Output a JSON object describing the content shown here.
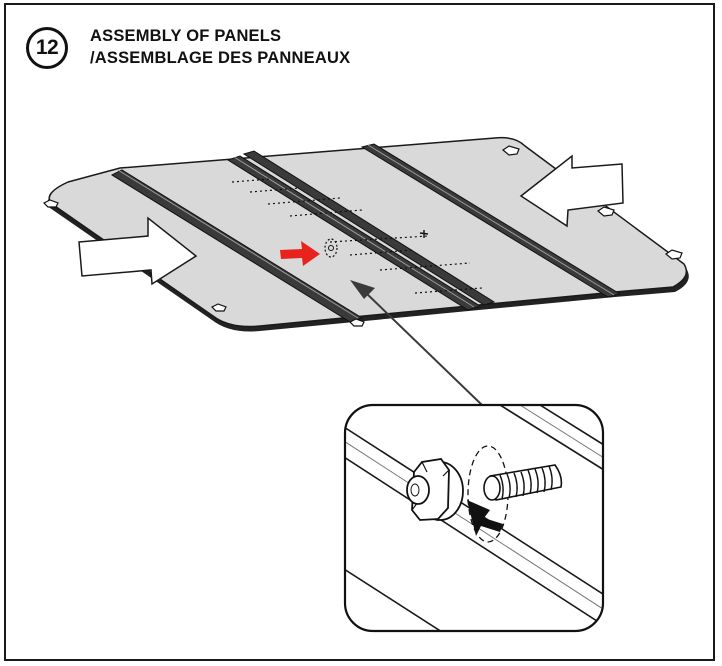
{
  "step": {
    "number": "12"
  },
  "title": {
    "line1": "ASSEMBLY OF PANELS",
    "line2": "/ASSEMBLAGE DES PANNEAUX"
  },
  "colors": {
    "panel_fill": "#d9d9d9",
    "outline": "#1a1a1a",
    "highlight_arrow": "#e8231e",
    "push_arrow_fill": "#ffffff",
    "detail_bg": "#ffffff"
  },
  "icons": {
    "step_badge": "numbered-circle",
    "push_arrows": "outline-block-arrow",
    "bolt_location_arrow": "red-block-arrow",
    "detail_bolt": "hex-flange-bolt"
  }
}
